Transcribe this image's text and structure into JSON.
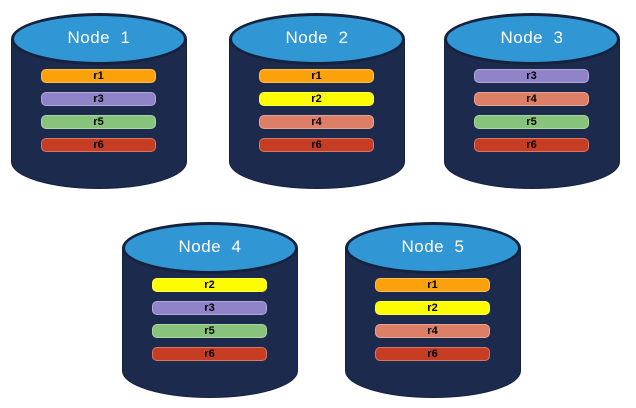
{
  "diagram": {
    "description": "Five database nodes with replicated partitions"
  },
  "colors": {
    "background": "#ffffff",
    "cylinder_body": "#1C2B4D",
    "cylinder_top": "#3096D4",
    "cylinder_outline": "#15223E",
    "title_text": "#ffffff",
    "bar_text": "#000000",
    "replicas": {
      "r1": "#FBA10B",
      "r2": "#FDFD00",
      "r3": "#8F84C8",
      "r4": "#DD7F66",
      "r5": "#87C37B",
      "r6": "#C63D23"
    }
  },
  "nodes": [
    {
      "title": "Node  1",
      "replicas": [
        "r1",
        "r3",
        "r5",
        "r6"
      ]
    },
    {
      "title": "Node  2",
      "replicas": [
        "r1",
        "r2",
        "r4",
        "r6"
      ]
    },
    {
      "title": "Node  3",
      "replicas": [
        "r3",
        "r4",
        "r5",
        "r6"
      ]
    },
    {
      "title": "Node  4",
      "replicas": [
        "r2",
        "r3",
        "r5",
        "r6"
      ]
    },
    {
      "title": "Node  5",
      "replicas": [
        "r1",
        "r2",
        "r4",
        "r6"
      ]
    }
  ]
}
